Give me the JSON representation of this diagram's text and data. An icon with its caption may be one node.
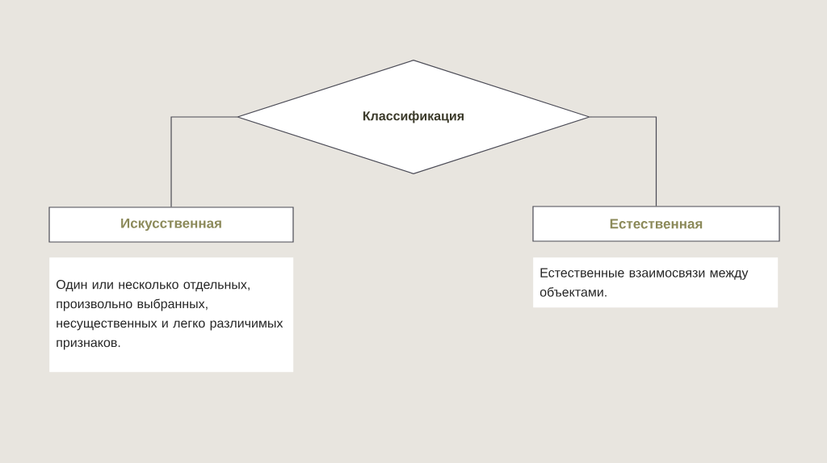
{
  "diagram": {
    "nodes": [
      {
        "text": [
          "Классификация"
        ]
      },
      {
        "text": [
          "Искусственная"
        ]
      },
      {
        "text": [
          "Естественная"
        ]
      },
      {
        "text": [
          "Один или несколько отдельных, произвольно выбранных, несущественных и легко различимых признаков."
        ]
      },
      {
        "text": [
          "Естественные взаимосвязи между объектами."
        ]
      }
    ],
    "edges": [
      {
        "from": 0,
        "to": 1,
        "arrow": "none"
      },
      {
        "from": 0,
        "to": 2,
        "arrow": "none"
      }
    ]
  }
}
